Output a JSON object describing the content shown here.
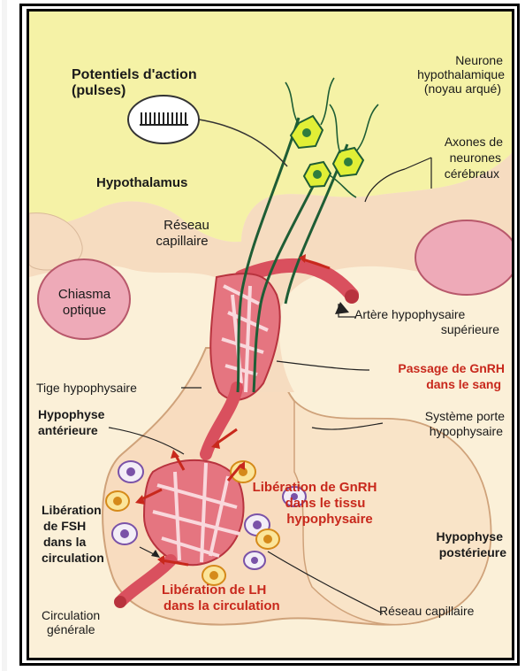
{
  "labels": {
    "potentiels": "Potentiels d'action",
    "pulses": "(pulses)",
    "hypothalamus": "Hypothalamus",
    "neurone_l1": "Neurone",
    "neurone_l2": "hypothalamique",
    "neurone_l3": "(noyau arqué)",
    "axones_l1": "Axones de",
    "axones_l2": "neurones",
    "axones_l3": "cérébraux",
    "reseau_l1": "Réseau",
    "reseau_l2": "capillaire",
    "chiasma_l1": "Chiasma",
    "chiasma_l2": "optique",
    "artere_l1": "Artère hypophysaire",
    "artere_l2": "supérieure",
    "tige": "Tige hypophysaire",
    "passage_l1": "Passage de GnRH",
    "passage_l2": "dans le sang",
    "hypophyse_ant_l1": "Hypophyse",
    "hypophyse_ant_l2": "antérieure",
    "systeme_l1": "Système porte",
    "systeme_l2": "hypophysaire",
    "liberation_gnrh_l1": "Libération de GnRH",
    "liberation_gnrh_l2": "dans le tissu",
    "liberation_gnrh_l3": "hypophysaire",
    "liberation_fsh_l1": "Libération",
    "liberation_fsh_l2": "de FSH",
    "liberation_fsh_l3": "dans la",
    "liberation_fsh_l4": "circulation",
    "hypophyse_post_l1": "Hypophyse",
    "hypophyse_post_l2": "postérieure",
    "liberation_lh_l1": "Libération de LH",
    "liberation_lh_l2": "dans la circulation",
    "circulation_l1": "Circulation",
    "circulation_l2": "générale",
    "reseau_cap2": "Réseau capillaire"
  },
  "colors": {
    "background": "#fbf0d8",
    "hypothalamus_fill": "#f5f2a6",
    "tissue_fill": "#f6dcc0",
    "vessel": "#d9505e",
    "chiasma": "#eeaab8",
    "label_red": "#c8281c",
    "neuron_cell": "#e1ef36",
    "axon": "#1e5d35"
  }
}
